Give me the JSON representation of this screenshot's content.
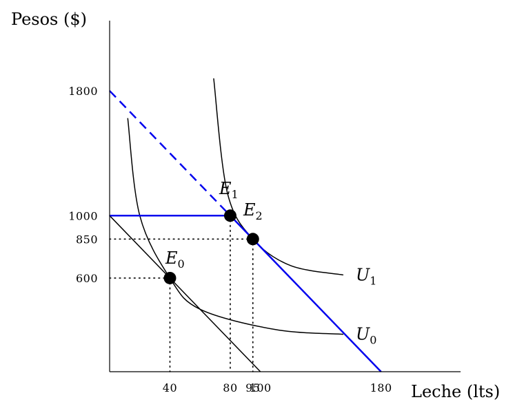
{
  "chart_data": {
    "type": "line",
    "xlabel": "Leche (lts)",
    "ylabel": "Pesos ($)",
    "xticks": [
      "40",
      "80",
      "95",
      "100",
      "180"
    ],
    "yticks": [
      "1800",
      "1000",
      "850",
      "600"
    ],
    "colors": {
      "budget_new": "#0000ee",
      "budget_old": "#000000",
      "indifference": "#000000",
      "guides": "#000000"
    },
    "budget_lines": [
      {
        "name": "",
        "color": "#000000",
        "style": "solid",
        "points": [
          [
            0,
            1000
          ],
          [
            100,
            0
          ]
        ]
      },
      {
        "name": "",
        "color": "#0000ee",
        "style": "solid",
        "points": [
          [
            0,
            1000
          ],
          [
            80,
            1000
          ]
        ]
      },
      {
        "name": "",
        "color": "#0000ee",
        "style": "dashed",
        "points": [
          [
            0,
            1800
          ],
          [
            80,
            1000
          ]
        ]
      },
      {
        "name": "",
        "color": "#0000ee",
        "style": "solid",
        "points": [
          [
            80,
            1000
          ],
          [
            180,
            0
          ]
        ]
      }
    ],
    "indifference_curves": [
      {
        "label": "U",
        "sub": "0",
        "points": [
          [
            12,
            1625
          ],
          [
            20,
            1000
          ],
          [
            40,
            600
          ],
          [
            60,
            400
          ],
          [
            110,
            270
          ],
          [
            155,
            240
          ]
        ]
      },
      {
        "label": "U",
        "sub": "1",
        "points": [
          [
            69,
            1880
          ],
          [
            78,
            1150
          ],
          [
            95,
            850
          ],
          [
            120,
            680
          ],
          [
            155,
            620
          ]
        ]
      }
    ],
    "points": [
      {
        "label": "E",
        "sub": "0",
        "x": 40,
        "y": 600
      },
      {
        "label": "E",
        "sub": "1",
        "x": 80,
        "y": 1000
      },
      {
        "label": "E",
        "sub": "2",
        "x": 95,
        "y": 850
      }
    ],
    "guides": [
      {
        "x": 40,
        "y": 600
      },
      {
        "x": 80,
        "y": 1000
      },
      {
        "x": 95,
        "y": 850
      }
    ],
    "xlim": [
      0,
      225
    ],
    "ylim": [
      0,
      2300
    ]
  }
}
